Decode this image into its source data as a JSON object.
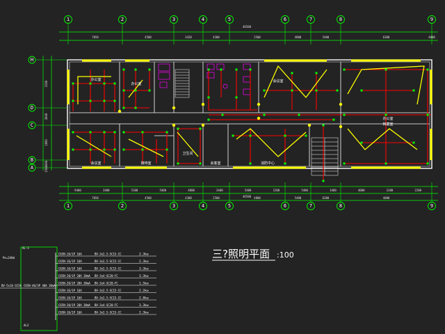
{
  "drawing": {
    "title": "三?照明平面",
    "scale": ":100",
    "background": "#232323",
    "colors": {
      "wall": "#ffffff",
      "dim_line": "#00ff00",
      "wiring": "#ff0000",
      "fixture": "#ffff00",
      "equipment": "#ff00ff",
      "axis_circle": "#00ff00",
      "text": "#ffffff"
    },
    "vertical_axes": [
      "1",
      "2",
      "3",
      "4",
      "5",
      "6",
      "7",
      "8",
      "9"
    ],
    "horizontal_axes": [
      "H",
      "D",
      "C",
      "B",
      "A"
    ],
    "top_dims_outer": [
      "7050",
      "4500",
      "3420",
      "4300",
      "2500",
      "4800",
      "5400",
      "6300",
      "4000"
    ],
    "total_length": "46500",
    "bottom_dims_row1": [
      "9400",
      "3400",
      "5100",
      "5400",
      "4800",
      "3400",
      "5400",
      "1200",
      "5400",
      "1400",
      "4000",
      "1200",
      "2200"
    ],
    "bottom_dims_row2": [
      "7050",
      "4500",
      "4300",
      "2500",
      "4800",
      "5400",
      "6300",
      "4000"
    ],
    "left_dims": [
      "1500",
      "3600",
      "1800",
      "3000",
      "1500"
    ],
    "rooms": [
      {
        "id": "r1",
        "label": "办公室"
      },
      {
        "id": "r2",
        "label": "办公室"
      },
      {
        "id": "r3",
        "label": "会议室"
      },
      {
        "id": "r4",
        "label": "办公室"
      },
      {
        "id": "r5",
        "label": "会议室"
      },
      {
        "id": "r6",
        "label": "接待室"
      },
      {
        "id": "r7",
        "label": "会客室"
      },
      {
        "id": "r8",
        "label": "消防中心"
      },
      {
        "id": "r9",
        "label": "卫生间"
      },
      {
        "id": "r10",
        "label": "档案室"
      }
    ],
    "panel": {
      "name": "AL-3",
      "spec": "Pe=24kW",
      "incoming": "BV-5x16-SC50",
      "main_breaker": "C65N-40/3P 40A 30mA",
      "circuits": [
        {
          "breaker": "C65N-16/1P 16A",
          "cable": "BV-3x2.5-SC15-CC",
          "load": "2.3kw"
        },
        {
          "breaker": "C65N-16/1P 16A",
          "cable": "BV-3x2.5-SC15-CC",
          "load": "2.3kw"
        },
        {
          "breaker": "C65N-16/1P 16A",
          "cable": "BV-3x2.5-SC15-CC",
          "load": "3.3kw"
        },
        {
          "breaker": "C65N-20/1P 20A 30mA",
          "cable": "BV-3x4-SC20-FC",
          "load": "3.3kw"
        },
        {
          "breaker": "C65N-20/1P 20A 30mA",
          "cable": "BV-3x4-SC20-FC",
          "load": "1.5kw"
        },
        {
          "breaker": "C65N-16/1P 16A",
          "cable": "BV-3x2.5-SC15-CC",
          "load": "2.2kw"
        },
        {
          "breaker": "C65N-16/1P 16A",
          "cable": "BV-3x2.5-SC15-CC",
          "load": "2.8kw"
        },
        {
          "breaker": "C65N-20/1P 20A 30mA",
          "cable": "BV-3x4-SC20-FC",
          "load": "3.3kw"
        },
        {
          "breaker": "C65N-16/1P 16A",
          "cable": "BV-3x2.5-SC15-CC",
          "load": "2.3kw"
        }
      ],
      "footer": "AL3"
    }
  }
}
